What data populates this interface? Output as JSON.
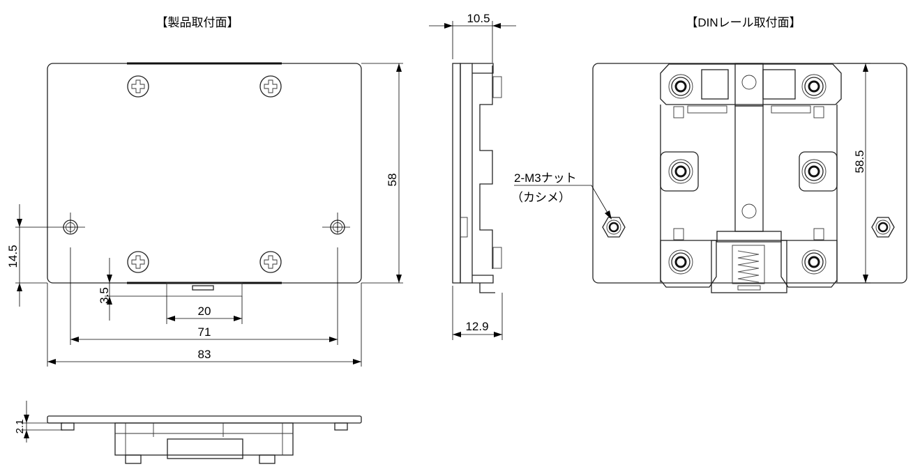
{
  "titles": {
    "product_face": "【製品取付面】",
    "din_face": "【DINレール取付面】"
  },
  "dimensions": {
    "height_58": "58",
    "hole_height_14_5": "14.5",
    "tab_depth_3_5": "3.5",
    "tab_width_20": "20",
    "hole_pitch_71": "71",
    "width_83": "83",
    "side_depth_10_5": "10.5",
    "side_depth_12_9": "12.9",
    "din_height_58_5": "58.5",
    "plate_thickness_2_1": "2.1"
  },
  "annotations": {
    "nut_label": "2-M3ナット",
    "nut_note": "（カシメ）"
  }
}
